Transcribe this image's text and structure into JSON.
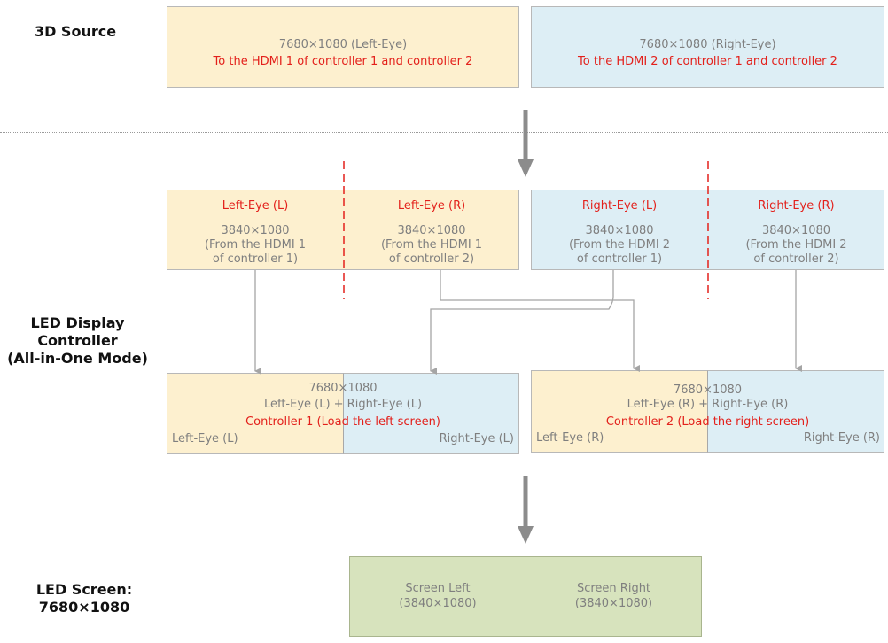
{
  "labels": {
    "source": "3D Source",
    "controller": [
      "LED Display",
      "Controller",
      "(All-in-One Mode)"
    ],
    "screen": [
      "LED Screen:",
      "7680×1080"
    ]
  },
  "source": {
    "left": {
      "line1": "7680×1080 (Left-Eye)",
      "line2": "To the HDMI 1 of controller 1 and controller 2"
    },
    "right": {
      "line1": "7680×1080 (Right-Eye)",
      "line2": "To the HDMI 2 of controller 1 and controller 2"
    }
  },
  "inputs": [
    {
      "title": "Left-Eye (L)",
      "res": "3840×1080",
      "from1": "(From the HDMI 1",
      "from2": "of controller 1)"
    },
    {
      "title": "Left-Eye (R)",
      "res": "3840×1080",
      "from1": "(From the HDMI 1",
      "from2": "of controller 2)"
    },
    {
      "title": "Right-Eye (L)",
      "res": "3840×1080",
      "from1": "(From the HDMI 2",
      "from2": "of controller 1)"
    },
    {
      "title": "Right-Eye (R)",
      "res": "3840×1080",
      "from1": "(From the HDMI 2",
      "from2": "of controller 2)"
    }
  ],
  "controllers": [
    {
      "res": "7680×1080",
      "combo": "Left-Eye (L) + Right-Eye (L)",
      "name": "Controller 1 (Load the left screen)",
      "left_label": "Left-Eye (L)",
      "right_label": "Right-Eye (L)"
    },
    {
      "res": "7680×1080",
      "combo": "Left-Eye (R) + Right-Eye (R)",
      "name": "Controller 2 (Load the right screen)",
      "left_label": "Left-Eye (R)",
      "right_label": "Right-Eye (R)"
    }
  ],
  "screen": {
    "left": {
      "name": "Screen Left",
      "res": "(3840×1080)"
    },
    "right": {
      "name": "Screen Right",
      "res": "(3840×1080)"
    }
  },
  "colors": {
    "yellow": "#fdf0cf",
    "blue": "#ddeef5",
    "green": "#d7e3bd",
    "red": "#e3201b",
    "gray": "#7f7f7f"
  }
}
